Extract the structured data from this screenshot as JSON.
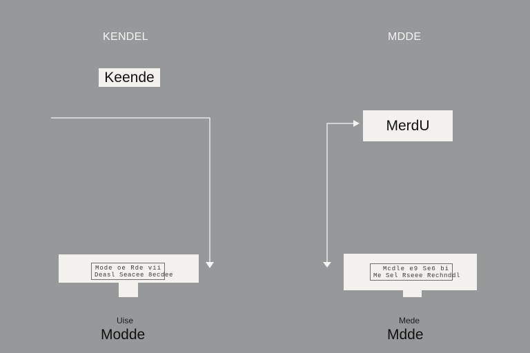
{
  "left": {
    "title": "KENDEL",
    "label": "Keende",
    "readout_line_1": "Mode  oe  Rde vii",
    "readout_line_2": "Deasl Seacee  8ecdee",
    "caption_small": "Uise",
    "caption_big": "Modde"
  },
  "right": {
    "title": "MDDE",
    "label": "MerdU",
    "readout_line_1": "Mcdle  e9  Se6 bi",
    "readout_line_2": "Me Sel Rseee  Rechnddl",
    "caption_small": "Mede",
    "caption_big": "Mdde"
  },
  "colors": {
    "background": "#979899",
    "panel": "#f2f1ee",
    "connector": "#f4f4f4",
    "title_text": "#f4f4f4"
  }
}
